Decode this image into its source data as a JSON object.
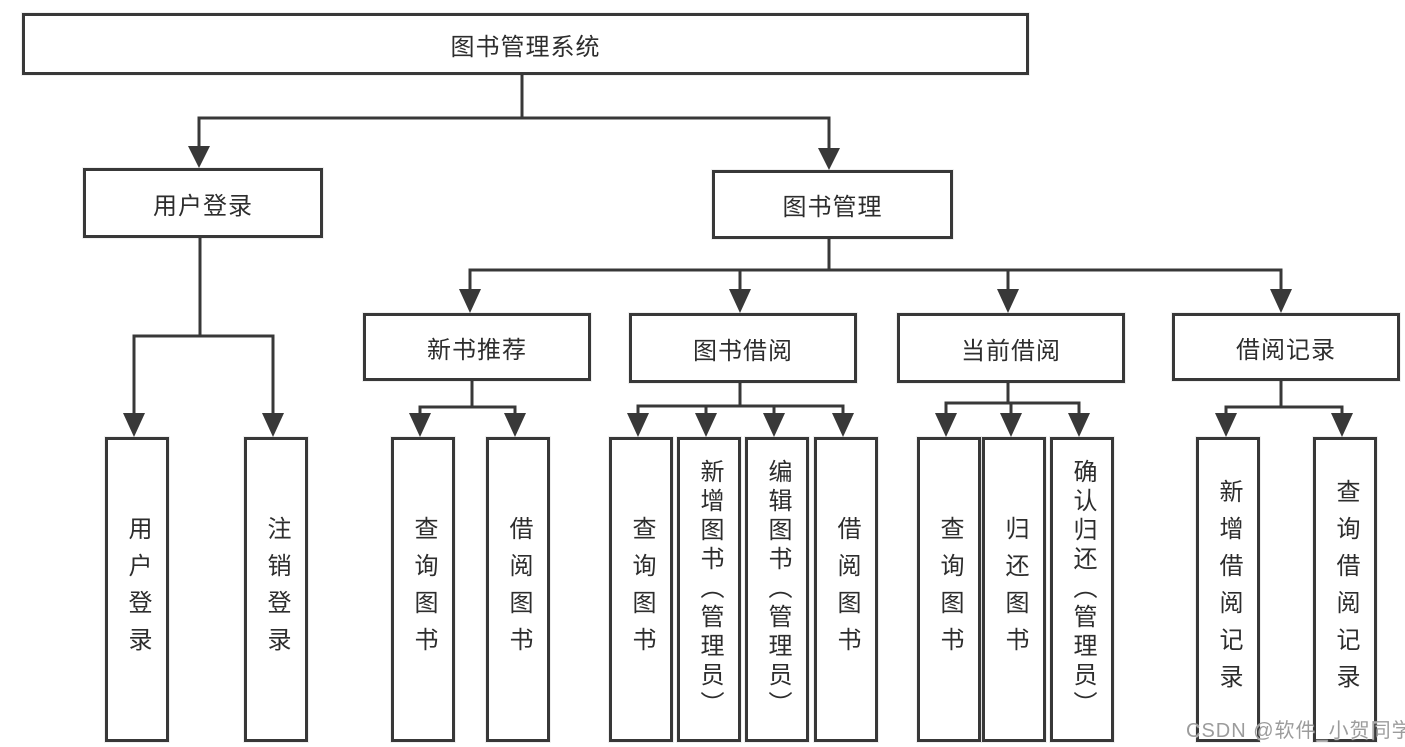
{
  "diagram_type": "hierarchy-tree",
  "tree": {
    "label": "图书管理系统",
    "children": [
      {
        "label": "用户登录",
        "children": [
          {
            "label": "用户登录"
          },
          {
            "label": "注销登录"
          }
        ]
      },
      {
        "label": "图书管理",
        "children": [
          {
            "label": "新书推荐",
            "children": [
              {
                "label": "查询图书"
              },
              {
                "label": "借阅图书"
              }
            ]
          },
          {
            "label": "图书借阅",
            "children": [
              {
                "label": "查询图书"
              },
              {
                "label": "新增图书（管理员）"
              },
              {
                "label": "编辑图书（管理员）"
              },
              {
                "label": "借阅图书"
              }
            ]
          },
          {
            "label": "当前借阅",
            "children": [
              {
                "label": "查询图书"
              },
              {
                "label": "归还图书"
              },
              {
                "label": "确认归还（管理员）"
              }
            ]
          },
          {
            "label": "借阅记录",
            "children": [
              {
                "label": "新增借阅记录"
              },
              {
                "label": "查询借阅记录"
              }
            ]
          }
        ]
      }
    ]
  },
  "watermark": {
    "text": "CSDN @软件_小贺同学",
    "color": "#9c9c9c"
  },
  "colors": {
    "line": "#383838",
    "box_border": "#383838",
    "text": "#2d2d2d",
    "background": "#ffffff"
  }
}
